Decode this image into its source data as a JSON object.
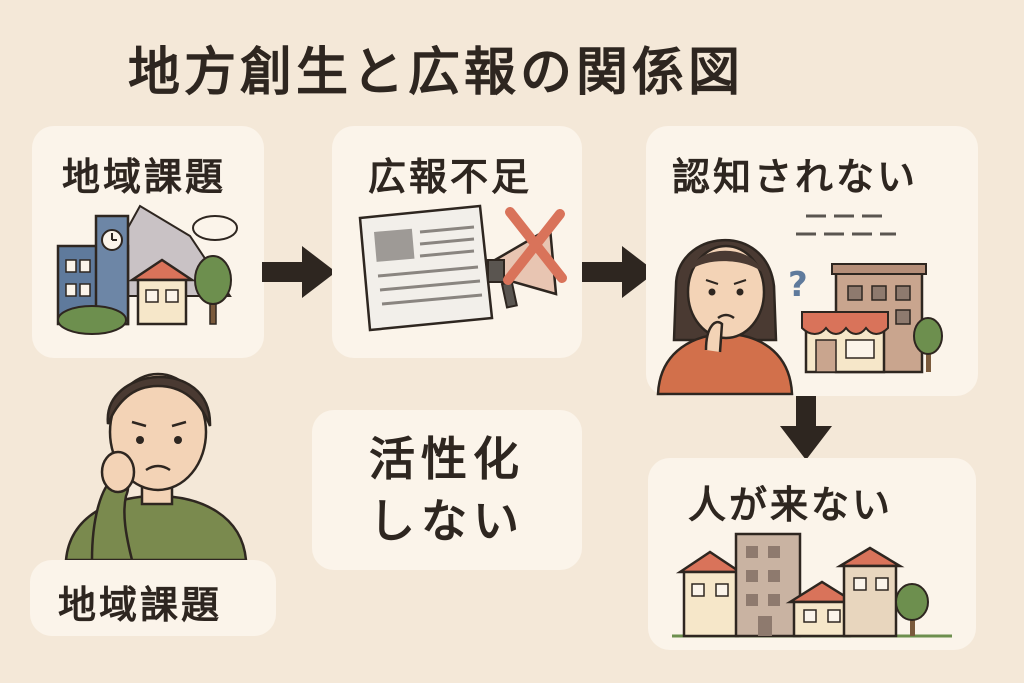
{
  "title": "地方創生と広報の関係図",
  "nodes": {
    "regional_issues": {
      "label": "地域課題"
    },
    "lack_of_pr": {
      "label": "広報不足"
    },
    "not_recognized": {
      "label": "認知されない"
    },
    "no_visitors": {
      "label": "人が来ない"
    },
    "no_revitalization": {
      "line1": "活性化",
      "line2": "しない"
    },
    "person_caption": {
      "label": "地域課題"
    }
  },
  "icons": [
    "school-building-icon",
    "mountain-icon",
    "cloud-icon",
    "house-icon",
    "tree-icon",
    "newspaper-icon",
    "megaphone-icon",
    "cross-mark-icon",
    "worried-woman-icon",
    "question-mark-icon",
    "shop-icon",
    "building-icon",
    "worried-man-icon",
    "town-buildings-icon"
  ],
  "colors": {
    "background": "#f4e8d8",
    "card": "#fbf4ea",
    "text": "#2e2620",
    "arrow": "#2e2620",
    "roof_red": "#d9735a",
    "building_blue": "#5f7a9c",
    "green": "#6d8f4e",
    "shirt_green": "#7a8a4e",
    "shirt_orange": "#d2704b"
  }
}
